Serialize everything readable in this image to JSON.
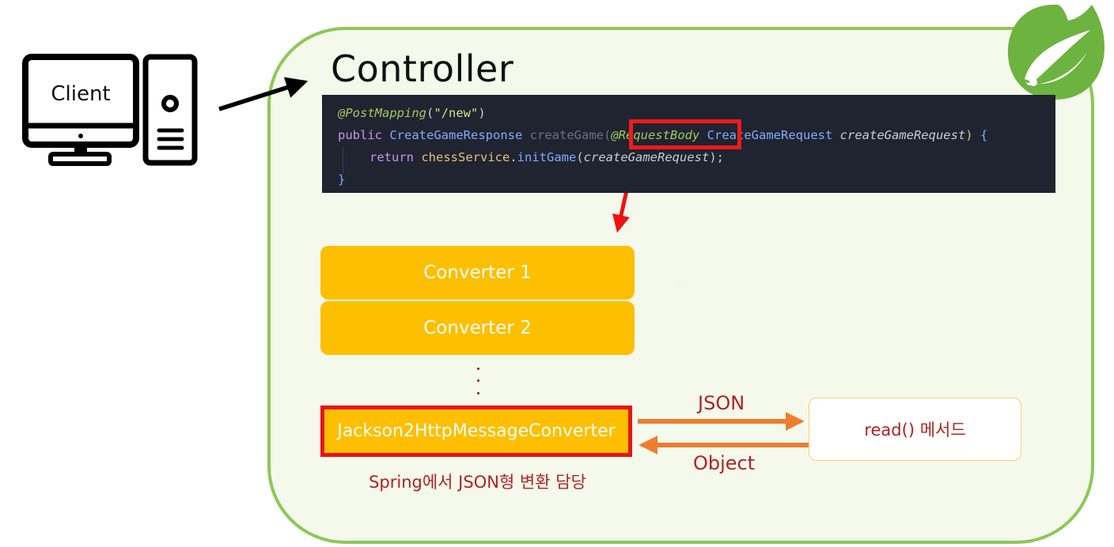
{
  "client": {
    "label": "Client"
  },
  "controller": {
    "title": "Controller",
    "code": {
      "line1": {
        "annotation": "@PostMapping",
        "open": "(",
        "string": "\"/new\"",
        "close": ")"
      },
      "line2": {
        "kw": "public",
        "ret_type": "CreateGameResponse",
        "method": "createGame",
        "paren": "(",
        "param_annotation": "@RequestBody",
        "param_type": "CreateGameRequest",
        "param_name": "createGameRequest",
        "close": ")",
        "brace": "{"
      },
      "line3": {
        "kw": "return",
        "target": "chessService",
        "dot": ".",
        "call": "initGame",
        "open": "(",
        "arg": "createGameRequest",
        "close": ");"
      },
      "line4": {
        "brace": "}"
      }
    }
  },
  "converters": {
    "items": [
      "Converter 1",
      "Converter 2"
    ],
    "jackson": "Jackson2HttpMessageConverter",
    "caption": "Spring에서 JSON형 변환 담당"
  },
  "read_box": {
    "label": "read() 메서드"
  },
  "arrows": {
    "json_label": "JSON",
    "object_label": "Object"
  },
  "stray_glyph": "ㅊ",
  "colors": {
    "panel_border": "#8dc756",
    "panel_fill": "#f4f9ec",
    "converter": "#fdbf00",
    "highlight_red": "#ef1b1b",
    "arrow_orange": "#ed7d31",
    "spring_green": "#6db33f",
    "text_red": "#b22222"
  },
  "icons": [
    "computer-monitor-icon",
    "pc-tower-icon",
    "spring-leaf-logo"
  ]
}
